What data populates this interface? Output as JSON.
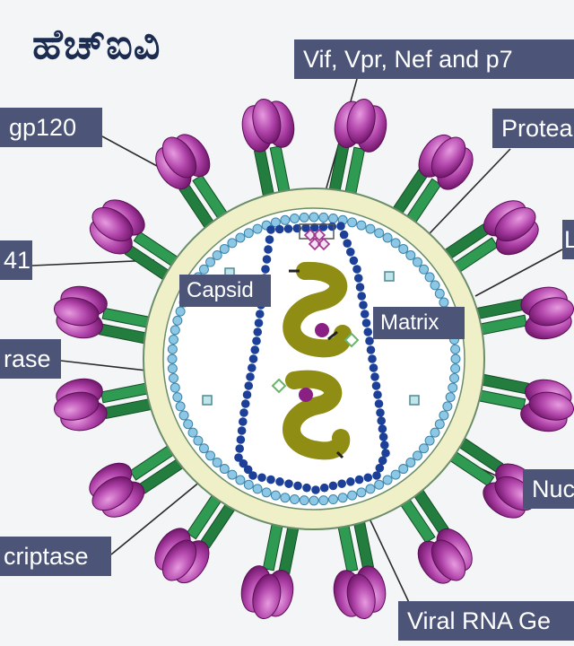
{
  "title": "ಹೆಚ್ಐವಿ",
  "labels": {
    "vif": "Vif, Vpr, Nef and p7",
    "gp120": "gp120",
    "protease": "Protea",
    "gp41": "41",
    "lipid": "L",
    "capsid": "Capsid",
    "matrix": "Matrix",
    "integrase": "rase",
    "nucleocapsid": "Nuc",
    "rt": "criptase",
    "rna": "Viral RNA Ge"
  },
  "colors": {
    "label_bg": "#4c5577",
    "spike_purple": "#8a1f84",
    "spike_stalk": "#237d3f",
    "envelope": "#efefc8",
    "matrix_dots": "#8cc7e5",
    "capsid_dots": "#1c3f97",
    "rna": "#8f8d14"
  }
}
